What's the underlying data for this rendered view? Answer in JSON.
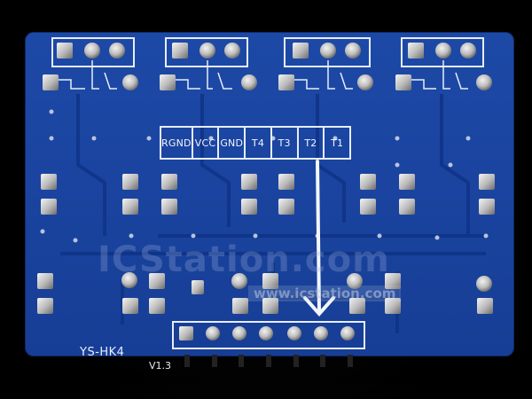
{
  "photo": {
    "board_color": "#1b46a3",
    "silkscreen_color": "#e9eef7",
    "header_labels": [
      "RGND",
      "VCC",
      "GND",
      "T4",
      "T3",
      "T2",
      "T1"
    ],
    "model": "YS-HK4",
    "version": "V1.3",
    "watermark_main": "ICStation.com",
    "watermark_url": "www.icstation.com"
  }
}
